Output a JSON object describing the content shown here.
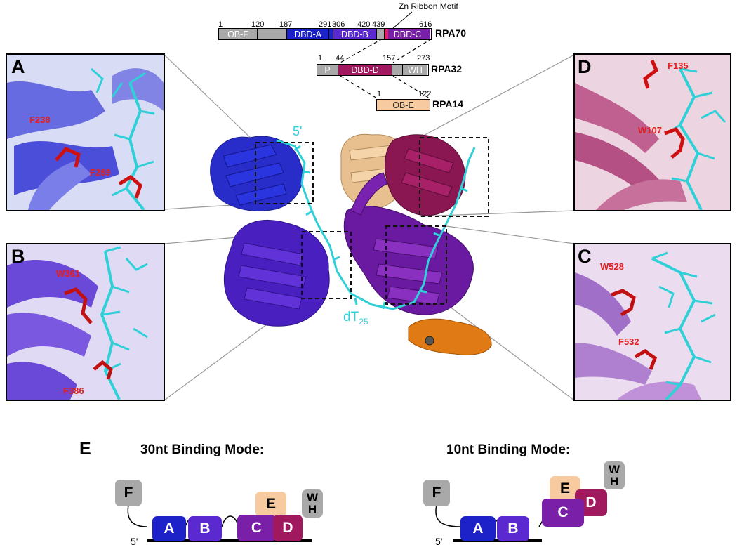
{
  "domain_bar": {
    "zn_label": "Zn Ribbon Motif",
    "rpa70": {
      "name": "RPA70",
      "ticks": [
        "1",
        "120",
        "187",
        "291",
        "306",
        "420",
        "439",
        "616"
      ],
      "segments": [
        "OB-F",
        "DBD-A",
        "DBD-B",
        "DBD-C"
      ]
    },
    "rpa32": {
      "name": "RPA32",
      "ticks": [
        "1",
        "44",
        "157",
        "273"
      ],
      "segments": [
        "P",
        "DBD-D",
        "WH"
      ]
    },
    "rpa14": {
      "name": "RPA14",
      "ticks": [
        "1",
        "122"
      ],
      "segments": [
        "OB-E"
      ]
    }
  },
  "structure": {
    "five_prime": "5'",
    "dt_base": "dT",
    "dt_sub": "25"
  },
  "panels": {
    "a": {
      "letter": "A",
      "residues": [
        "F238",
        "F269"
      ]
    },
    "b": {
      "letter": "B",
      "residues": [
        "W361",
        "F386"
      ]
    },
    "c": {
      "letter": "C",
      "residues": [
        "W528",
        "F532"
      ]
    },
    "d": {
      "letter": "D",
      "residues": [
        "F135",
        "W107"
      ]
    }
  },
  "panel_e": {
    "letter": "E",
    "mode30": {
      "title": "30nt Binding Mode:",
      "five_prime": "5'",
      "blocks": [
        "F",
        "A",
        "B",
        "C",
        "D",
        "E",
        "W",
        "H"
      ]
    },
    "mode10": {
      "title": "10nt Binding Mode:",
      "five_prime": "5'",
      "blocks": [
        "F",
        "A",
        "B",
        "C",
        "D",
        "E",
        "W",
        "H"
      ]
    }
  },
  "colors": {
    "obf": "#a9a9a9",
    "dbd_a": "#1d22c8",
    "dbd_b": "#5a2ad0",
    "dbd_c": "#7a1fa8",
    "dbd_d": "#a0185e",
    "ob_e": "#f8caa0",
    "wh": "#a9a9a9",
    "residue": "#e02020",
    "dna": "#30d0d8",
    "zn": "#e0206a"
  }
}
